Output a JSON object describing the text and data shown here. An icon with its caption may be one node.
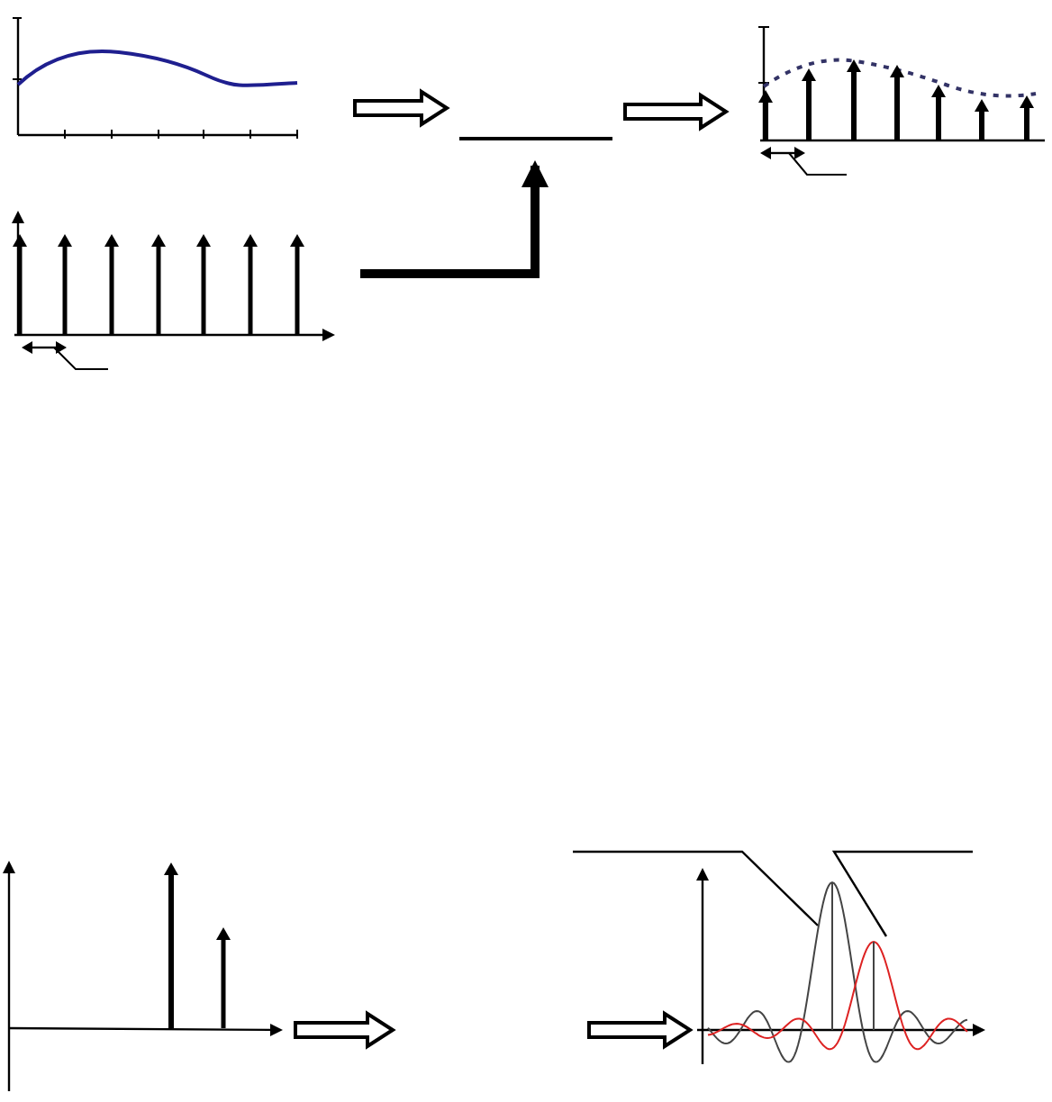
{
  "diagram": {
    "nodes": [
      {
        "text": [],
        "shape": "chart"
      },
      {
        "text": [],
        "shape": "chart"
      },
      {
        "text": [],
        "shape": "line"
      },
      {
        "text": [],
        "shape": "chart"
      },
      {
        "text": [],
        "shape": "chart"
      },
      {
        "text": [],
        "shape": "chart"
      }
    ],
    "edges": [
      {
        "from": 0,
        "to": 2,
        "arrow": "to"
      },
      {
        "from": 2,
        "to": 3,
        "arrow": "to"
      },
      {
        "from": 1,
        "to": 2,
        "arrow": "to",
        "style": "thick"
      },
      {
        "from": 4,
        "to": null,
        "arrow": "to"
      },
      {
        "from": null,
        "to": 5,
        "arrow": "to"
      },
      {
        "from": null,
        "to": 5,
        "arrow": "none"
      },
      {
        "from": null,
        "to": 5,
        "arrow": "none"
      }
    ]
  }
}
